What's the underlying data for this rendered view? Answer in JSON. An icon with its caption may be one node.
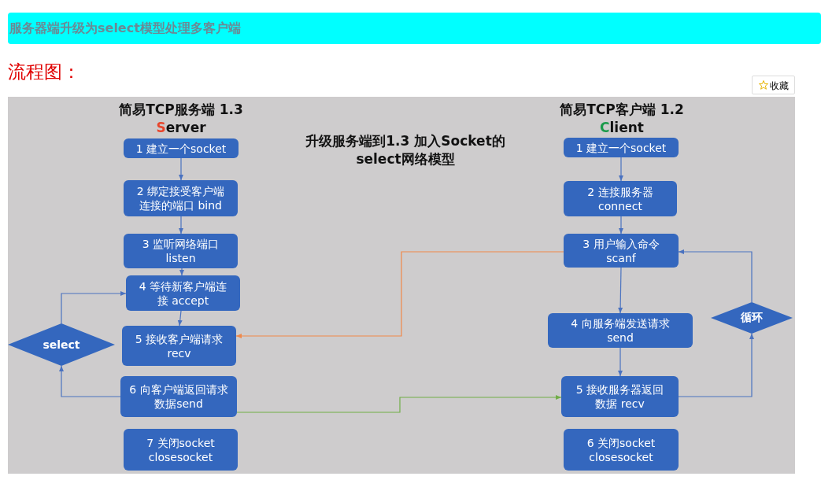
{
  "diagram": {
    "title": "服务器端升级为select模型处理多客户端",
    "nodes": [
      {
        "text": [
          "1 建立一个socket"
        ]
      },
      {
        "text": [
          "2 绑定接受客户端连接的端口 bind"
        ]
      },
      {
        "text": [
          "3 监听网络端口 listen"
        ]
      },
      {
        "text": [
          "4 等待新客户端连接 accept"
        ]
      },
      {
        "text": [
          "5 接收客户端请求 recv"
        ]
      },
      {
        "text": [
          "6 向客户端返回请求数据send"
        ]
      },
      {
        "text": [
          "7 关闭socket closesocket"
        ]
      },
      {
        "text": [
          "select"
        ]
      },
      {
        "text": [
          "1 建立一个socket"
        ]
      },
      {
        "text": [
          "2 连接服务器 connect"
        ]
      },
      {
        "text": [
          "3 用户输入命令 scanf"
        ]
      },
      {
        "text": [
          "4 向服务端发送请求 send"
        ]
      },
      {
        "text": [
          "5 接收服务器返回数据 recv"
        ]
      },
      {
        "text": [
          "6 关闭socket closesocket"
        ]
      },
      {
        "text": [
          "循环"
        ]
      }
    ],
    "edges": [
      {
        "from": 0,
        "to": 1,
        "arrow": "to"
      },
      {
        "from": 1,
        "to": 2,
        "arrow": "to"
      },
      {
        "from": 2,
        "to": 3,
        "arrow": "to"
      },
      {
        "from": 3,
        "to": 4,
        "arrow": "to"
      },
      {
        "from": 5,
        "to": 7,
        "arrow": "to"
      },
      {
        "from": 7,
        "to": 3,
        "arrow": "to"
      },
      {
        "from": 8,
        "to": 9,
        "arrow": "to"
      },
      {
        "from": 9,
        "to": 10,
        "arrow": "to"
      },
      {
        "from": 10,
        "to": 11,
        "arrow": "to"
      },
      {
        "from": 11,
        "to": 12,
        "arrow": "to"
      },
      {
        "from": 12,
        "to": 14,
        "arrow": "to"
      },
      {
        "from": 14,
        "to": 10,
        "arrow": "to"
      },
      {
        "from": 10,
        "to": 4,
        "arrow": "to",
        "color": "#f0884a"
      },
      {
        "from": 5,
        "to": 12,
        "arrow": "to",
        "color": "#70ad47"
      }
    ],
    "labels": [
      "流程图：",
      "收藏",
      "简易TCP服务端 1.3",
      "Server",
      "升级服务端到1.3 加入Socket的select网络模型",
      "简易TCP客户端 1.2",
      "Client"
    ]
  }
}
